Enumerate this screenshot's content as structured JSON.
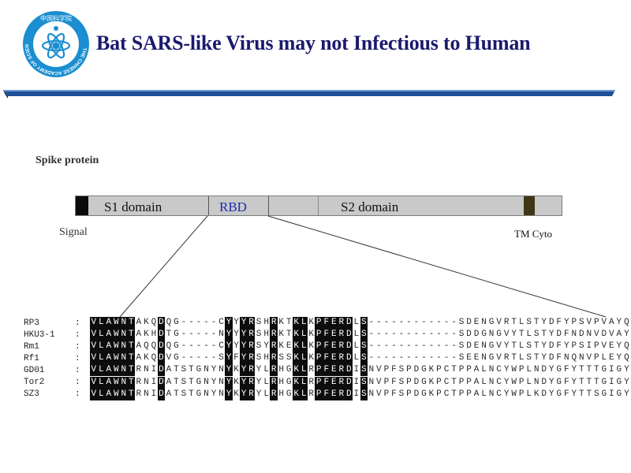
{
  "header": {
    "title": "Bat SARS-like Virus may not Infectious to Human",
    "logo_alt": "Chinese Academy of Sciences",
    "logo_text": "THE CHINESE ACADEMY OF SCIENCES",
    "logo_chinese": "中国科学院"
  },
  "colors": {
    "title": "#1a1a6e",
    "rule_blue": "#1f4f96",
    "logo_blue": "#1a8ed0"
  },
  "figure": {
    "spike_label": "Spike protein",
    "domains": {
      "s1": "S1 domain",
      "rbd": "RBD",
      "s2": "S2 domain"
    },
    "signal_label": "Signal",
    "tm_label": "TM Cyto"
  },
  "alignment": [
    {
      "name": "RP3",
      "seq": "VLAWNTAKQDQG-----CYYYRSHRKTKLKPFERDLS------------SDENGVRTLSTYDFYPSVPVAYQAT"
    },
    {
      "name": "HKU3-1",
      "seq": "VLAWNTAKHDTG-----NYYYRSHRKTKLKPFERDLS------------SDDGNGVYTLSTYDFNDNVDVAYQAT"
    },
    {
      "name": "Rm1",
      "seq": "VLAWNTAQQDQG-----CYYYRSYRKEKLKPFERDLS------------SDENGVYTLSTYDFYPSIPVEYQAT"
    },
    {
      "name": "Rf1",
      "seq": "VLAWNTAKQDVG-----SYFYRSHRSSKLKPFERDLS------------SEENGVRTLSTYDFNQNVPLEYQAT"
    },
    {
      "name": "GD01",
      "seq": "VLAWNTRNIDATSTGNYNYKYRYLRHGKLRPFERDISNVPFSPDGKPCTPPALNCYWPLNDYGFYTTTGIGYQPY"
    },
    {
      "name": "Tor2",
      "seq": "VLAWNTRNIDATSTGNYNYKYRYLRHGKLRPFERDISNVPFSPDGKPCTPPALNCYWPLNDYGFYTTTGIGYQPY"
    },
    {
      "name": "SZ3",
      "seq": "VLAWNTRNIDATSTGNYNYKYRYLRHGKLRPFERDISNVPFSPDGKPCTPPALNCYWPLKDYGFYTTSGIGYQPY"
    }
  ]
}
